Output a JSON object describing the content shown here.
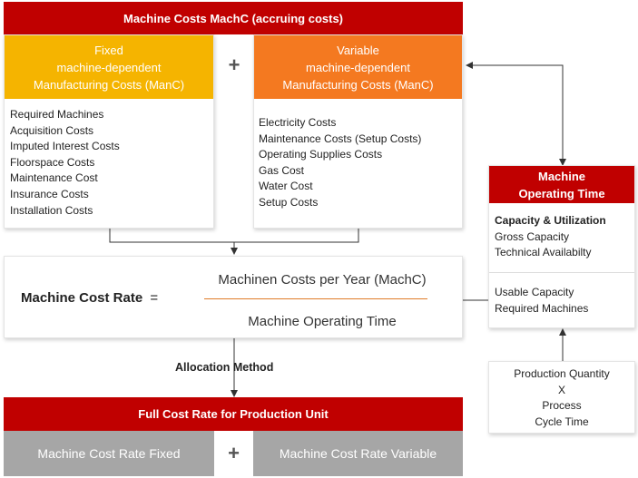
{
  "title": "Machine Costs MachC (accruing costs)",
  "fixed": {
    "header": [
      "Fixed",
      "machine-dependent",
      "Manufacturing Costs (ManC)"
    ],
    "items": [
      "Required Machines",
      "Acquisition Costs",
      "Imputed Interest Costs",
      "Floorspace Costs",
      "Maintenance Cost",
      "Insurance Costs",
      "Installation Costs"
    ]
  },
  "plus_sign": "+",
  "variable": {
    "header": [
      "Variable",
      "machine-dependent",
      "Manufacturing Costs (ManC)"
    ],
    "items": [
      "Electricity Costs",
      "Maintenance Costs (Setup Costs)",
      "Operating Supplies Costs",
      "Gas Cost",
      "Water Cost",
      "Setup Costs"
    ]
  },
  "operating_time": {
    "header": [
      "Machine",
      "Operating Time"
    ],
    "section1_title": "Capacity & Utilization",
    "section1_items": [
      "Gross Capacity",
      "Technical Availabilty"
    ],
    "section2_items": [
      "Usable Capacity",
      "Required Machines"
    ]
  },
  "production": {
    "lines": [
      "Production Quantity",
      "X",
      "Process",
      "Cycle Time"
    ]
  },
  "formula": {
    "label": "Machine Cost Rate",
    "equals": "=",
    "numerator": "Machinen Costs per Year (MachC)",
    "denominator": "Machine Operating Time"
  },
  "allocation_label": "Allocation Method",
  "full_cost": {
    "title": "Full Cost Rate for Production Unit",
    "left": "Machine Cost Rate Fixed",
    "plus": "+",
    "right": "Machine Cost Rate Variable"
  },
  "colors": {
    "red": "#c00000",
    "yellow": "#f5b400",
    "orange": "#f47920",
    "grey": "#a6a6a6",
    "fraction_line": "#e07b28"
  }
}
